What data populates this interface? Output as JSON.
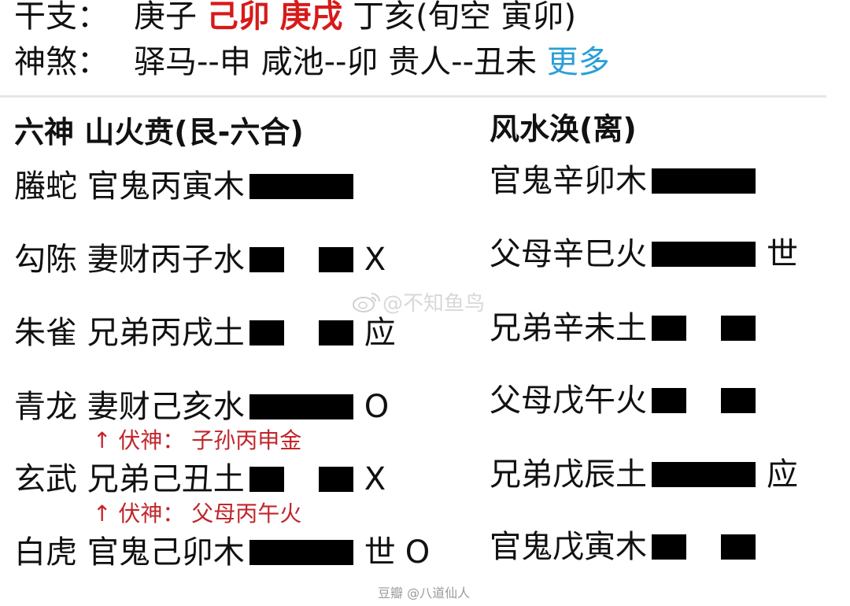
{
  "ganzhi": {
    "label": "干支：",
    "year": "庚子",
    "month": "己卯",
    "day": "庚戌",
    "hour": "丁亥",
    "xunkong": "(旬空 寅卯)"
  },
  "shensha": {
    "label": "神煞：",
    "items": [
      "驿马--申",
      "咸池--卯",
      "贵人--丑未"
    ],
    "more_link": "更多"
  },
  "colors": {
    "highlight_red": "#d71a1a",
    "link_blue": "#2a9fd6",
    "fushen_red": "#c0262b",
    "divider": "#e6e6e6"
  },
  "main_gua": {
    "header": "六神 山火贲(艮-六合)",
    "rows": [
      {
        "liushen": "螣蛇",
        "text": "官鬼丙寅木",
        "line": "yang",
        "shi_ying": "",
        "dong": ""
      },
      {
        "liushen": "勾陈",
        "text": "妻财丙子水",
        "line": "yin",
        "shi_ying": "",
        "dong": "X"
      },
      {
        "liushen": "朱雀",
        "text": "兄弟丙戌土",
        "line": "yin",
        "shi_ying": "应",
        "dong": ""
      },
      {
        "liushen": "青龙",
        "text": "妻财己亥水",
        "line": "yang",
        "shi_ying": "",
        "dong": "O"
      },
      {
        "liushen": "玄武",
        "text": "兄弟己丑土",
        "line": "yin",
        "shi_ying": "",
        "dong": "X"
      },
      {
        "liushen": "白虎",
        "text": "官鬼己卯木",
        "line": "yang",
        "shi_ying": "世",
        "dong": "O"
      }
    ],
    "fushen": [
      {
        "arrow": "↑",
        "text": "伏神：  子孙丙申金"
      },
      {
        "arrow": "↑",
        "text": "伏神：  父母丙午火"
      }
    ]
  },
  "changed_gua": {
    "header": "风水涣(离)",
    "rows": [
      {
        "text": "官鬼辛卯木",
        "line": "yang",
        "shi_ying": ""
      },
      {
        "text": "父母辛巳火",
        "line": "yang",
        "shi_ying": "世"
      },
      {
        "text": "兄弟辛未土",
        "line": "yin",
        "shi_ying": ""
      },
      {
        "text": "父母戊午火",
        "line": "yin",
        "shi_ying": ""
      },
      {
        "text": "兄弟戊辰土",
        "line": "yang",
        "shi_ying": "应"
      },
      {
        "text": "官鬼戊寅木",
        "line": "yin",
        "shi_ying": ""
      }
    ]
  },
  "watermarks": {
    "weibo_icon": "weibo-icon",
    "weibo": "@不知鱼鸟",
    "douban": "豆瓣  @八道仙人"
  }
}
